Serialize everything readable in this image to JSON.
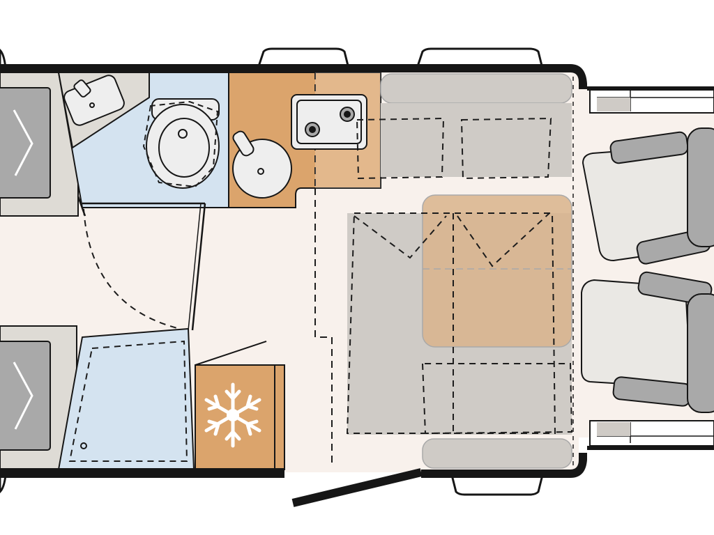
{
  "plan": {
    "kind": "motorhome-floor-plan",
    "colors": {
      "wall": "#161616",
      "floor": "#f8f1ec",
      "wardrobe": "#dedbd5",
      "hanger_fill": "#a9a9a9",
      "bathroom_floor": "#d4e3f0",
      "sink_fill": "#eeeeee",
      "kitchen": "#dba46c",
      "upholstery": "#cfcbc6",
      "table_overlay": "#d9b48c",
      "cab_seat": "#eae8e4",
      "cab_seat_frame": "#a9a9a9",
      "window_frame": "#ffffff",
      "dashed_line": "#1c1c1c"
    },
    "areas": [
      {
        "name": "wardrobe-top",
        "icon": "hanger-icon"
      },
      {
        "name": "wardrobe-bottom",
        "icon": "hanger-icon"
      },
      {
        "name": "bathroom-wash-basin",
        "icon": "wash-basin-icon"
      },
      {
        "name": "bathroom-toilet",
        "icon": "toilet-icon"
      },
      {
        "name": "shower",
        "icon": "shower-tray-icon"
      },
      {
        "name": "kitchen-counter",
        "icon": "round-sink-icon"
      },
      {
        "name": "kitchen-hob",
        "icon": "hob-icon"
      },
      {
        "name": "refrigerator",
        "icon": "snowflake-icon"
      },
      {
        "name": "dinette-bench",
        "icon": "bench-icon"
      },
      {
        "name": "dinette-table",
        "icon": "table-icon"
      },
      {
        "name": "side-sofa",
        "icon": "sofa-icon"
      },
      {
        "name": "cab-seat-driver",
        "icon": "swivel-seat-icon"
      },
      {
        "name": "cab-seat-passenger",
        "icon": "swivel-seat-icon"
      },
      {
        "name": "entrance-door",
        "icon": "door-icon"
      }
    ]
  }
}
